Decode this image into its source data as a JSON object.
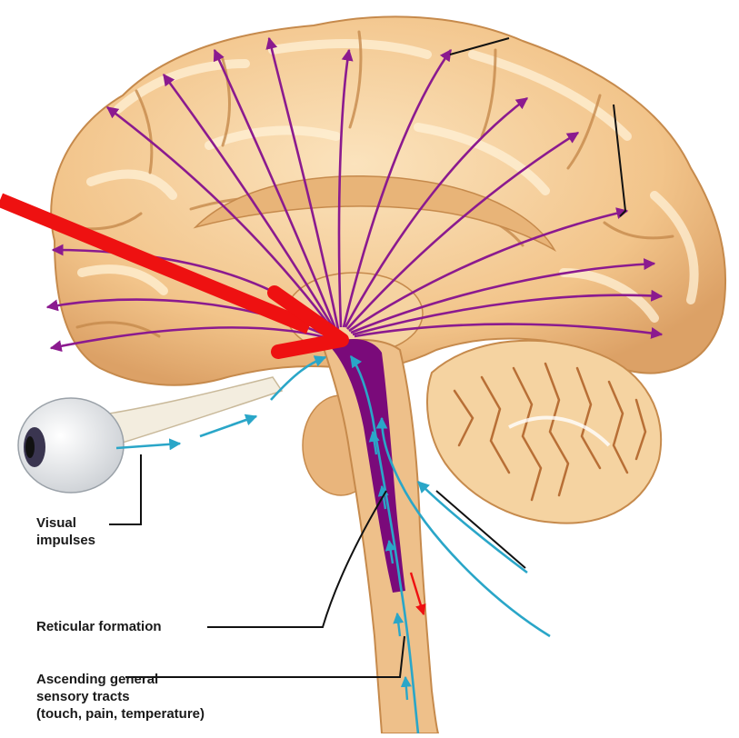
{
  "labels": {
    "visual": [
      "Visual",
      "impulses"
    ],
    "reticular": "Reticular formation",
    "ascending": [
      "Ascending general",
      "sensory tracts",
      "(touch, pain, temperature)"
    ]
  },
  "colors": {
    "brain": "#f2c48a",
    "brain_shadow": "#d9a266",
    "brain_highlight": "#fbe3bd",
    "projection_arrows": "#8b1a8f",
    "reticular_formation": "#7a0a7a",
    "sensory_arrows": "#2aa6c8",
    "pointer_arrow": "#ee1111",
    "leader_lines": "#111111"
  }
}
